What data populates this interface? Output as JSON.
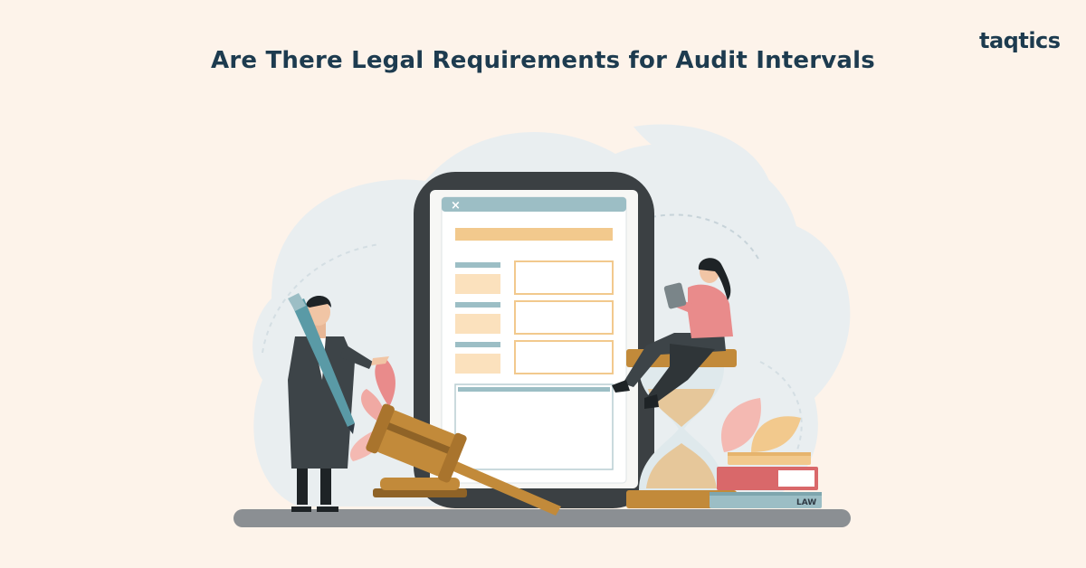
{
  "header": {
    "title": "Are There Legal Requirements for Audit Intervals",
    "brand": "taqtics"
  },
  "document": {
    "close_symbol": "×"
  },
  "book": {
    "label": "LAW"
  },
  "colors": {
    "background": "#fdf3ea",
    "title": "#1d3b4f",
    "blob": "#e9eef0",
    "tablet": "#3b4043",
    "form_header": "#9cbec5",
    "form_bar": "#f2c98d",
    "gavel": "#c28a3a",
    "floor": "#8b8f93",
    "accent_pink": "#e98b8b",
    "brand_q": "#7b4ad6"
  },
  "icons": [
    "close-icon",
    "gavel-icon",
    "hourglass-icon",
    "books-icon",
    "pen-icon",
    "tablet-device-icon"
  ]
}
